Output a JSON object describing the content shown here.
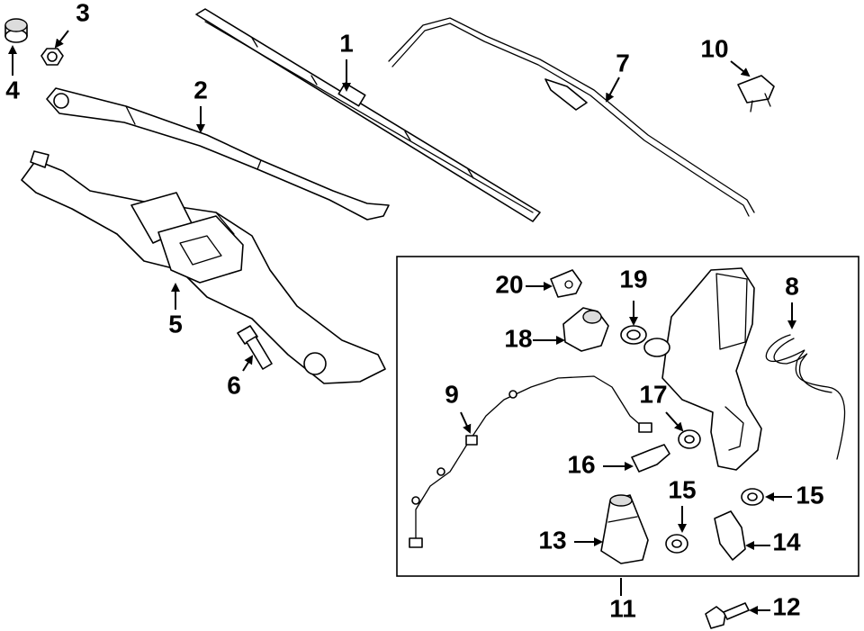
{
  "diagram": {
    "callouts": [
      {
        "id": "c1",
        "label": "1"
      },
      {
        "id": "c2",
        "label": "2"
      },
      {
        "id": "c3",
        "label": "3"
      },
      {
        "id": "c4",
        "label": "4"
      },
      {
        "id": "c5",
        "label": "5"
      },
      {
        "id": "c6",
        "label": "6"
      },
      {
        "id": "c7",
        "label": "7"
      },
      {
        "id": "c8",
        "label": "8"
      },
      {
        "id": "c9",
        "label": "9"
      },
      {
        "id": "c10",
        "label": "10"
      },
      {
        "id": "c11",
        "label": "11"
      },
      {
        "id": "c12",
        "label": "12"
      },
      {
        "id": "c13",
        "label": "13"
      },
      {
        "id": "c14",
        "label": "14"
      },
      {
        "id": "c15a",
        "label": "15"
      },
      {
        "id": "c15b",
        "label": "15"
      },
      {
        "id": "c16",
        "label": "16"
      },
      {
        "id": "c17",
        "label": "17"
      },
      {
        "id": "c18",
        "label": "18"
      },
      {
        "id": "c19",
        "label": "19"
      },
      {
        "id": "c20",
        "label": "20"
      }
    ]
  }
}
